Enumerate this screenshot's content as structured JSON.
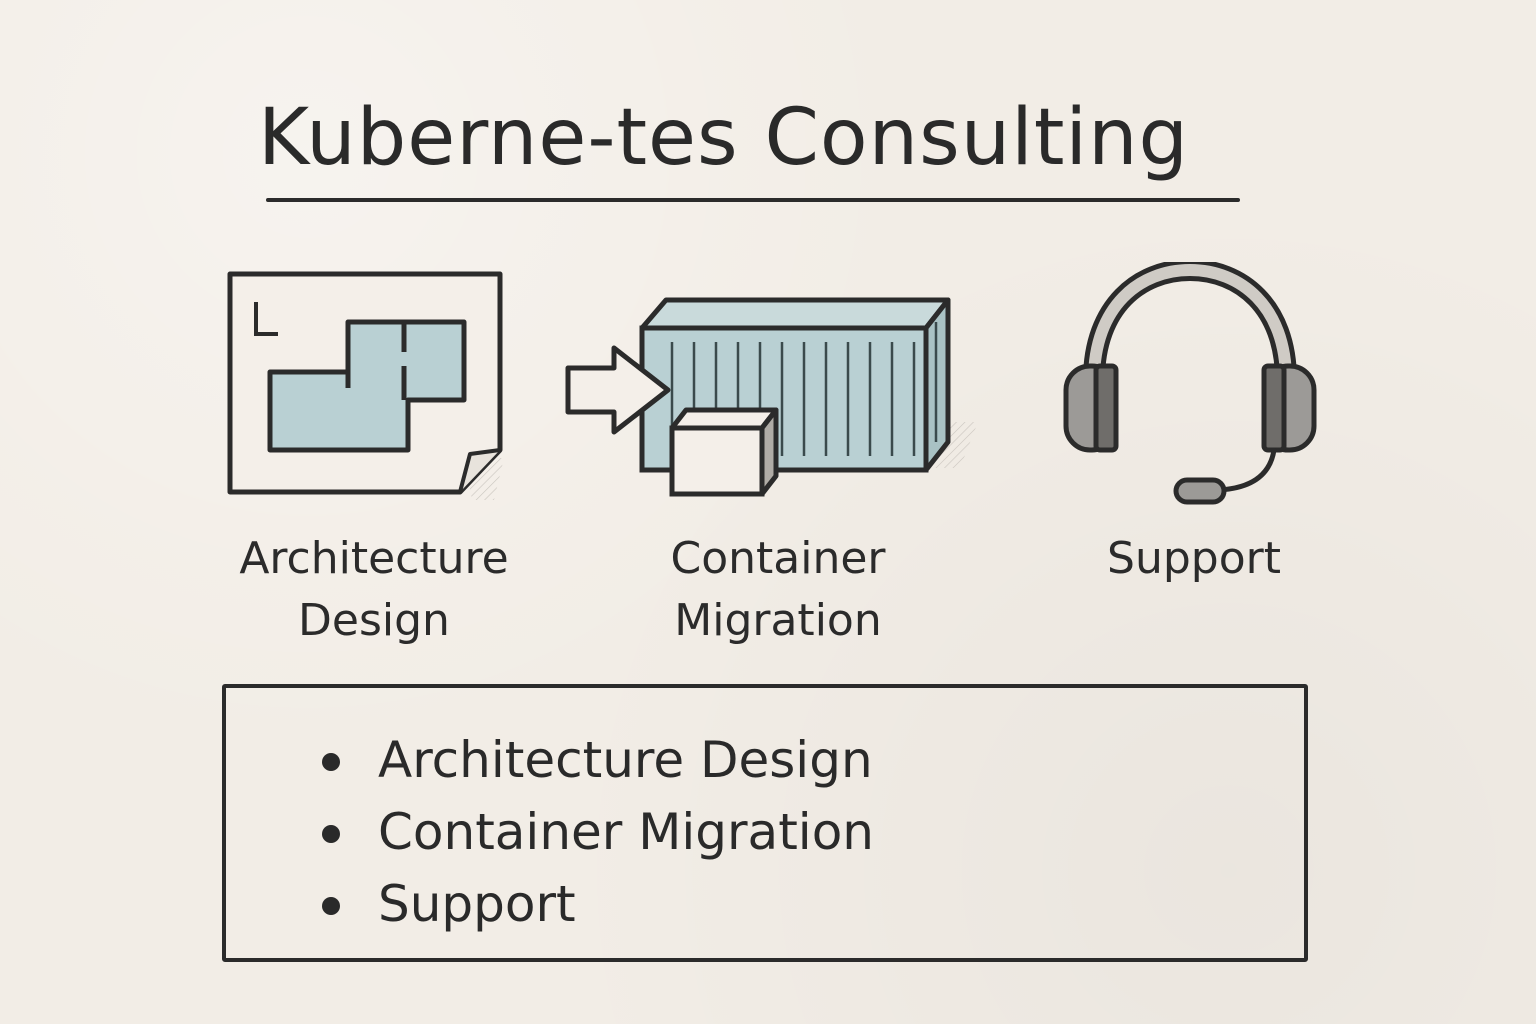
{
  "header": {
    "title": "Kuberne-tes Consulting"
  },
  "services": [
    {
      "label_line1": "Architecture",
      "label_line2": "Design",
      "icon": "blueprint-icon"
    },
    {
      "label_line1": "Container",
      "label_line2": "Migration",
      "icon": "container-migration-icon"
    },
    {
      "label_line1": "Support",
      "label_line2": "",
      "icon": "headset-icon"
    }
  ],
  "summary": {
    "items": [
      "Architecture Design",
      "Container Migration",
      "Support"
    ]
  },
  "colors": {
    "background": "#f2ede6",
    "ink": "#2b2b2b",
    "accent_blue": "#b9d0d3",
    "headset_gray": "#9c9a97"
  }
}
